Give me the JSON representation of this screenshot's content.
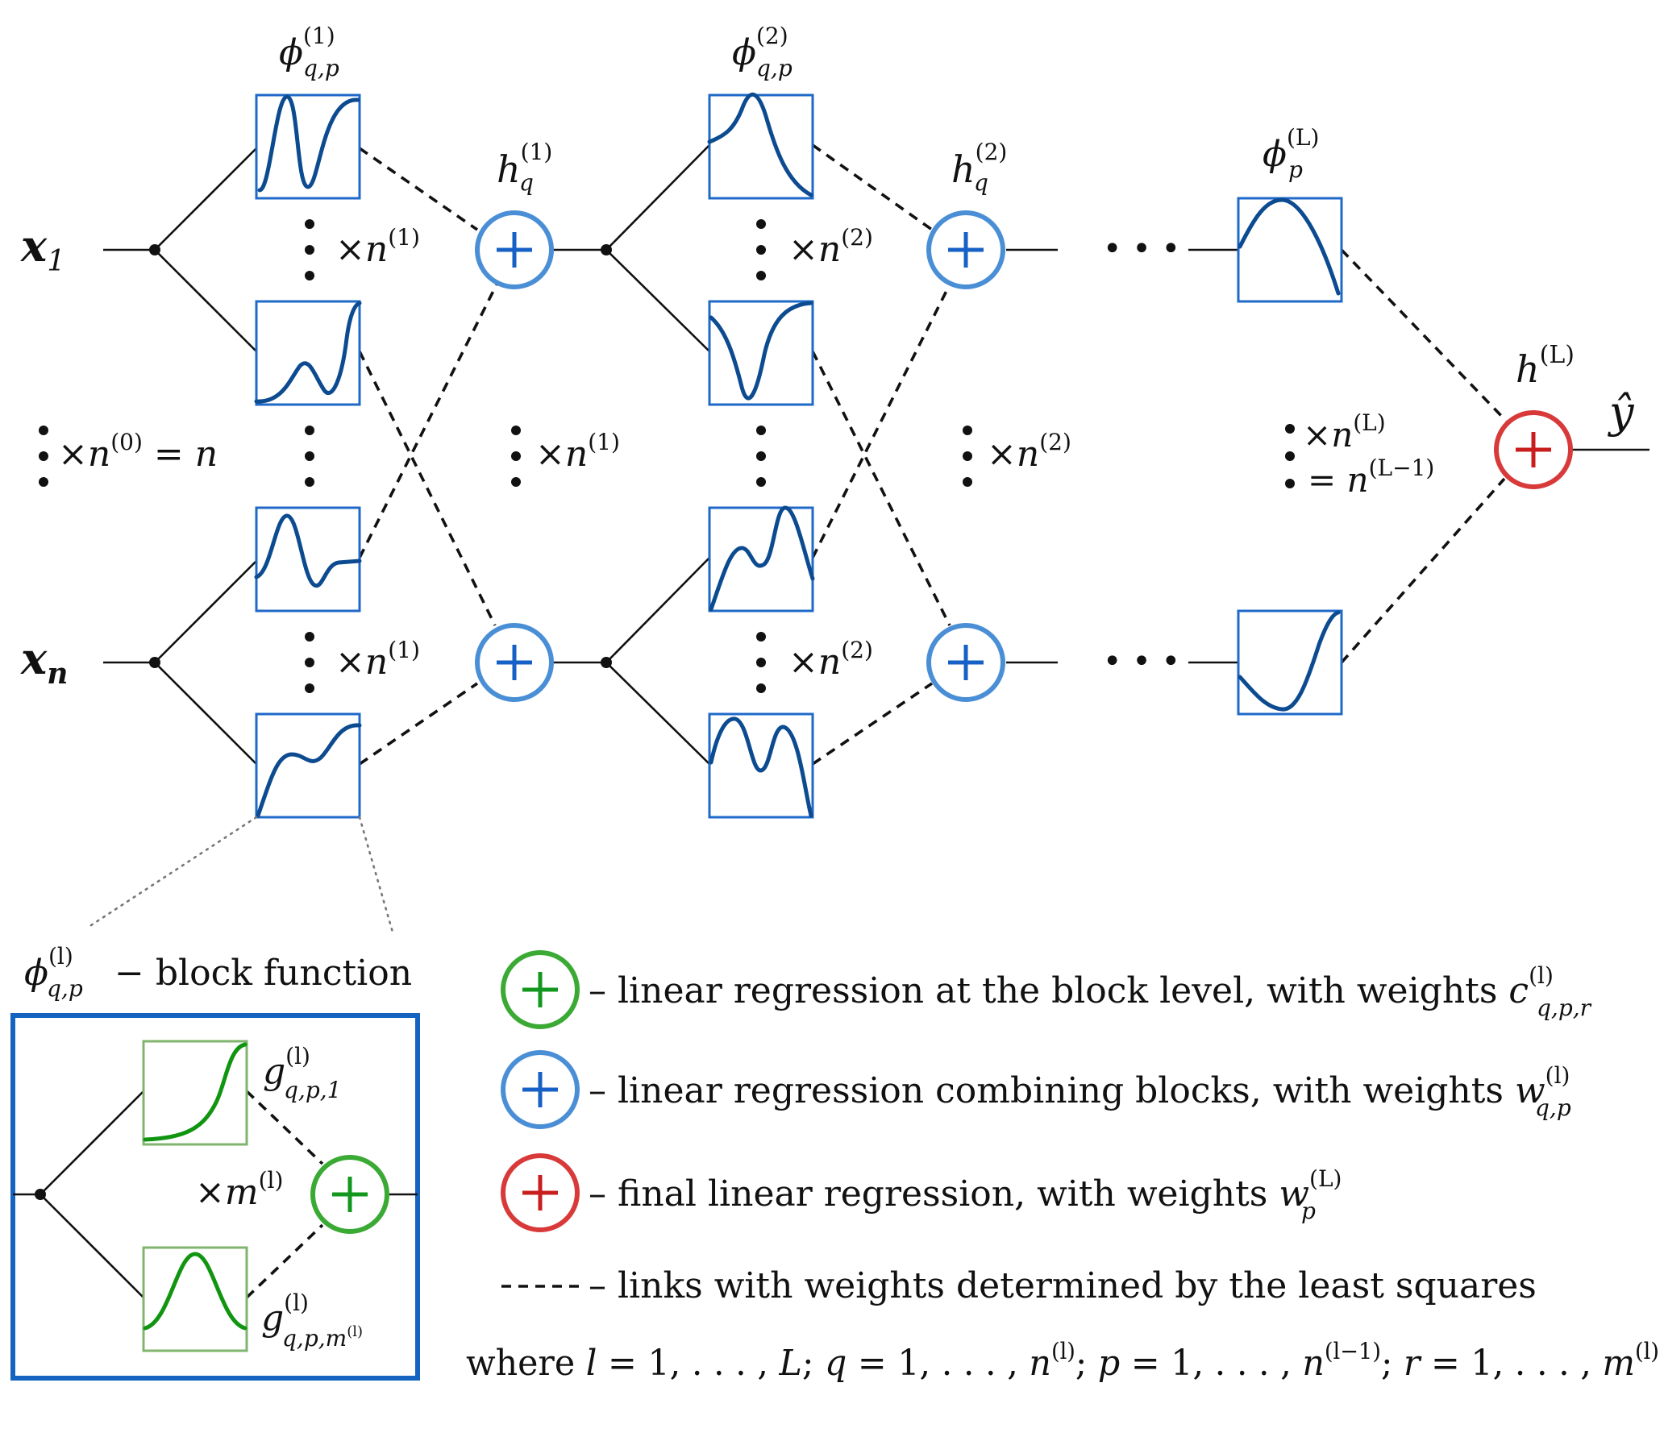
{
  "inputs": {
    "x1": "x",
    "x1_sub": "1",
    "xn": "x",
    "xn_sub": "n"
  },
  "input_mult": {
    "times": "×n",
    "sup": "(0)",
    "tail": " = n"
  },
  "layer1": {
    "phi_main": "ϕ",
    "phi_sub": "q,p",
    "phi_sup": "(1)",
    "h_main": "h",
    "h_sub": "q",
    "h_sup": "(1)",
    "mult_times": "×n",
    "mult_sup": "(1)"
  },
  "layer2": {
    "phi_main": "ϕ",
    "phi_sub": "q,p",
    "phi_sup": "(2)",
    "h_main": "h",
    "h_sub": "q",
    "h_sup": "(2)",
    "mult_times": "×n",
    "mult_sup": "(2)"
  },
  "layerL": {
    "phi_main": "ϕ",
    "phi_sub": "p",
    "phi_sup": "(L)",
    "h_main": "h",
    "h_sup": "(L)",
    "mult_times": "×n",
    "mult_sup": "(L)",
    "mult_eq": "= n",
    "mult_eq_sup": "(L−1)",
    "output": "ŷ"
  },
  "ellipsis": "• • •",
  "inset": {
    "title_main": "ϕ",
    "title_sub": "q,p",
    "title_sup": "(l)",
    "title_text": " − block function",
    "g1_main": "g",
    "g1_sub": "q,p,1",
    "g1_sup": "(l)",
    "gm_main": "g",
    "gm_sub": "q,p,m",
    "gm_subsup": "(l)",
    "gm_sup": "(l)",
    "mult_times": "×m",
    "mult_sup": "(l)"
  },
  "legend": {
    "green_text": " – linear regression at the block level, with weights ",
    "green_w": "c",
    "green_w_sub": "q,p,r",
    "green_w_sup": "(l)",
    "blue_text": " – linear regression combining blocks, with weights ",
    "blue_w": "w",
    "blue_w_sub": "q,p",
    "blue_w_sup": "(l)",
    "red_text": " – final linear regression, with weights ",
    "red_w": "w",
    "red_w_sub": "p",
    "red_w_sup": "(L)",
    "dash_text": " – links with weights determined by the least squares"
  },
  "where_line": {
    "t1": "where ",
    "l": "l",
    "eq1": " = 1, . . . , ",
    "L": "L",
    "sc1": "; ",
    "q": "q",
    "eq2": " = 1, . . . , ",
    "n1": "n",
    "n1_sup": "(l)",
    "sc2": "; ",
    "p": "p",
    "eq3": " = 1, . . . , ",
    "n2": "n",
    "n2_sup": "(l−1)",
    "sc3": "; ",
    "r": "r",
    "eq4": " = 1, . . . , ",
    "m": "m",
    "m_sup": "(l)"
  },
  "colors": {
    "curve_blue": "#0d4b91",
    "box_blue": "#1f69c8",
    "node_green": "#3aaa35",
    "node_blue": "#4a8fd6",
    "node_red": "#d83a3a",
    "curve_green": "#119511",
    "plus_blue": "#1761c6",
    "plus_green": "#13971e",
    "plus_red": "#c81e1e"
  },
  "icons": [
    "plus-icon-green",
    "plus-icon-blue",
    "plus-icon-red",
    "dashed-line-icon"
  ]
}
